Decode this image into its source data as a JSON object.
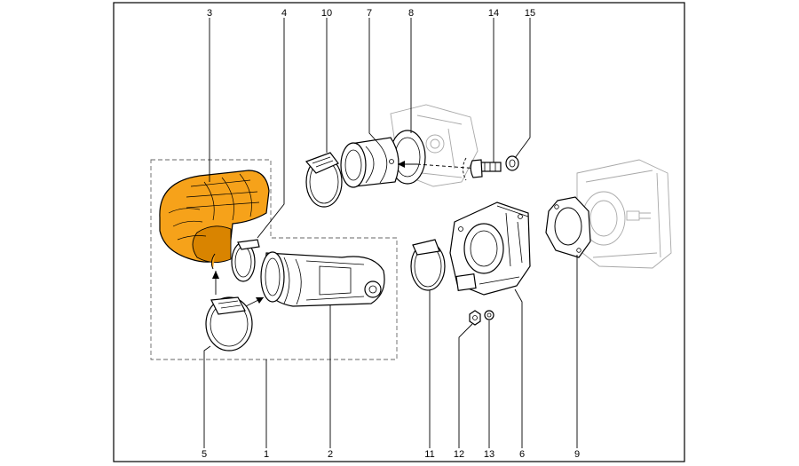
{
  "callouts": {
    "c1": "1",
    "c2": "2",
    "c3": "3",
    "c4": "4",
    "c5": "5",
    "c6": "6",
    "c7": "7",
    "c8": "8",
    "c9": "9",
    "c10": "10",
    "c11": "11",
    "c12": "12",
    "c13": "13",
    "c14": "14",
    "c15": "15"
  },
  "colors": {
    "highlight_part": "#f6a21a",
    "outline": "#000000",
    "ghost_parts": "#a8a8a8"
  }
}
